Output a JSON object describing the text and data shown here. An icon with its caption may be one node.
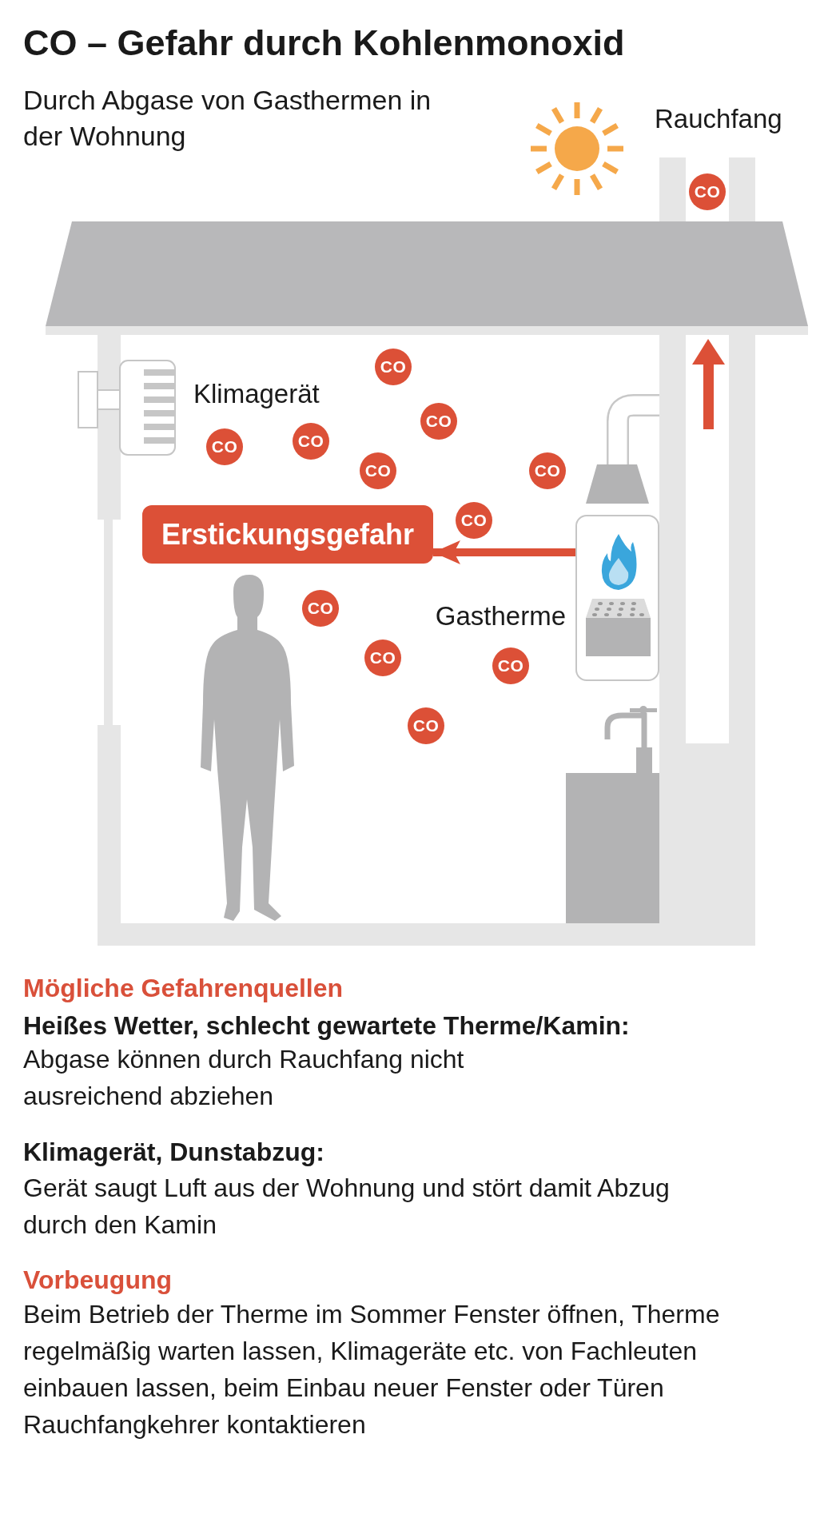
{
  "diagram": {
    "title": "CO – Gefahr durch Kohlenmonoxid",
    "nodes": [
      {
        "text": [
          "CO"
        ]
      },
      {
        "text": [
          "CO"
        ]
      },
      {
        "text": [
          "CO"
        ]
      },
      {
        "text": [
          "CO"
        ]
      },
      {
        "text": [
          "CO"
        ]
      },
      {
        "text": [
          "CO"
        ]
      },
      {
        "text": [
          "CO"
        ]
      },
      {
        "text": [
          "CO"
        ]
      },
      {
        "text": [
          "Erstickungsgefahr"
        ]
      },
      {
        "text": [
          "CO"
        ]
      },
      {
        "text": [
          "CO"
        ]
      },
      {
        "text": [
          "CO"
        ]
      },
      {
        "text": [
          "CO"
        ]
      },
      {
        "text": [],
        "shape": "box",
        "beside": [
          "Gastherme"
        ]
      },
      {
        "text": [],
        "shape": "person"
      }
    ],
    "edges": [
      {
        "from": 13,
        "to": 8,
        "arrow": "to"
      }
    ],
    "labels": [
      "Durch Abgase von Gasthermen in der Wohnung",
      "Rauchfang",
      "Klimagerät",
      "Mögliche Gefahrenquellen",
      "Heißes Wetter, schlecht gewartete Therme/Kamin:",
      "Abgase können durch Rauchfang nicht ausreichend abziehen",
      "Klimagerät, Dunstabzug:",
      "Gerät saugt Luft aus der Wohnung und stört damit Abzug durch den Kamin",
      "Vorbeugung",
      "Beim Betrieb der Therme im Sommer Fenster öffnen, Therme regelmäßig warten lassen, Klimageräte etc. von Fachleuten einbauen lassen, beim Einbau neuer Fenster oder Türen Rauchfangkehrer kontaktieren"
    ]
  }
}
